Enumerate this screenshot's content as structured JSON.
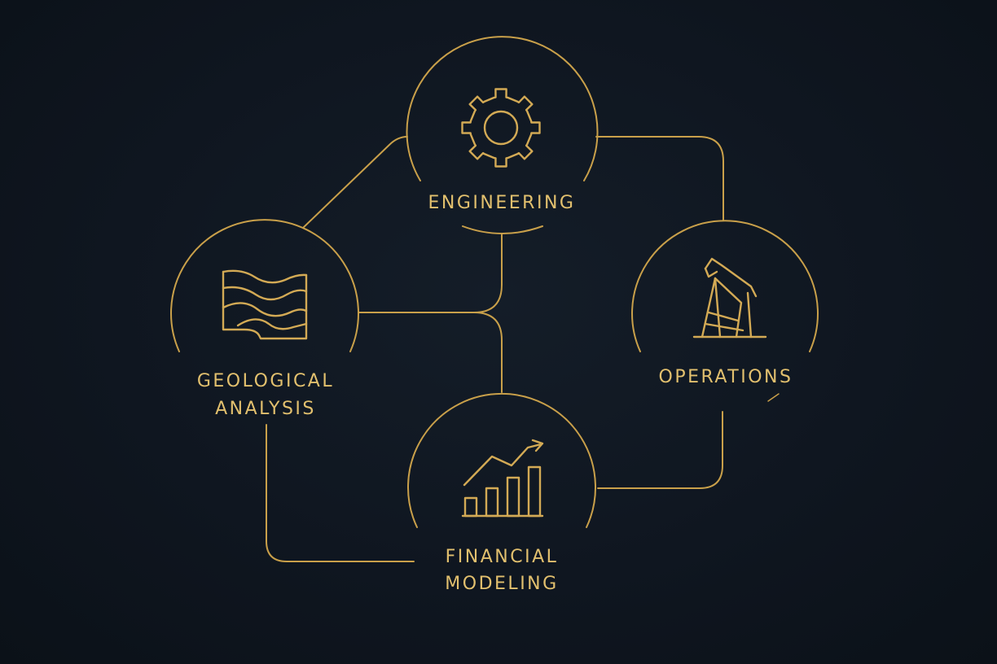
{
  "colors": {
    "background": "#0f161f",
    "gold": "#c9a04a",
    "label": "#e2c06e"
  },
  "nodes": {
    "engineering": {
      "label": "ENGINEERING",
      "icon": "gear-icon"
    },
    "geological": {
      "label_line1": "GEOLOGICAL",
      "label_line2": "ANALYSIS",
      "icon": "terrain-layers-icon"
    },
    "operations": {
      "label": "OPERATIONS",
      "icon": "pumpjack-icon"
    },
    "financial": {
      "label_line1": "FINANCIAL",
      "label_line2": "MODELING",
      "icon": "bar-chart-growth-icon"
    }
  }
}
